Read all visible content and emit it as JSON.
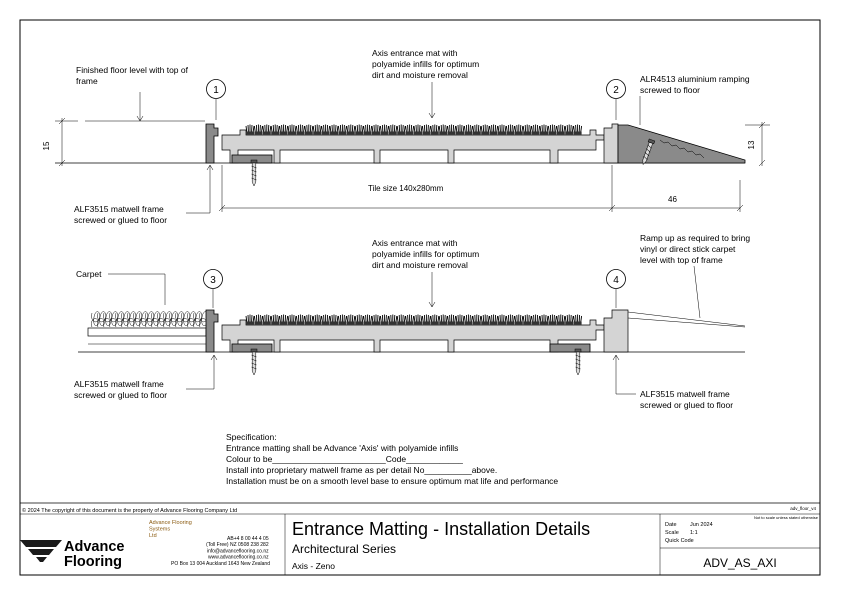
{
  "detail1": {
    "marker": "1",
    "floor_level_note": [
      "Finished floor level with top of",
      "frame"
    ],
    "mat_note": [
      "Axis entrance mat with",
      "polyamide infills for optimum",
      "dirt and moisture removal"
    ],
    "height_dim": "15",
    "frame_note": [
      "ALF3515 matwell frame",
      "screwed or glued to floor"
    ],
    "tile_size": "Tile size 140x280mm"
  },
  "detail2": {
    "marker": "2",
    "ramp_note": [
      "ALR4513 aluminium ramping",
      "screwed to floor"
    ],
    "height_dim": "13",
    "width_dim": "46"
  },
  "detail3": {
    "marker": "3",
    "carpet_label": "Carpet",
    "mat_note": [
      "Axis entrance mat with",
      "polyamide infills for optimum",
      "dirt and moisture removal"
    ],
    "frame_note": [
      "ALF3515 matwell frame",
      "screwed or glued to floor"
    ]
  },
  "detail4": {
    "marker": "4",
    "ramp_note": [
      "Ramp up as required to bring",
      "vinyl or direct stick carpet",
      "level with top of frame"
    ],
    "frame_note": [
      "ALF3515 matwell frame",
      "screwed or glued to floor"
    ]
  },
  "specification": [
    "Specification:",
    "Entrance matting shall be Advance 'Axis' with polyamide infills",
    "Colour to be________________________Code____________",
    "Install into proprietary matwell frame as per detail No__________above.",
    "Installation must be on a smooth level base to ensure optimum mat life and performance"
  ],
  "footer": {
    "copyright": "© 2024 The copyright of this document is the property of Advance Flooring Company Ltd",
    "file_ref": "adv_floor_v4",
    "note_top_right": "Not to scale unless stated otherwise",
    "company_lines": [
      "Advance Flooring",
      "Systems",
      "Ltd"
    ],
    "contact_lines": [
      "AB+4 8 00 44 4 05",
      "(Toll Free) NZ 0508 238 282",
      "info@advanceflooring.co.nz",
      "www.advanceflooring.co.nz",
      "PO Box 13 004  Auckland 1643  New Zealand"
    ],
    "logo_line1": "Advance",
    "logo_line2": "Flooring",
    "title": "Entrance Matting - Installation Details",
    "series": "Architectural Series",
    "product": "Axis - Zeno",
    "date_label": "Date",
    "date_value": "Jun 2024",
    "scale_label": "Scale",
    "scale_value": "1:1",
    "quick_code_label": "Quick Code",
    "code": "ADV_AS_AXI"
  }
}
